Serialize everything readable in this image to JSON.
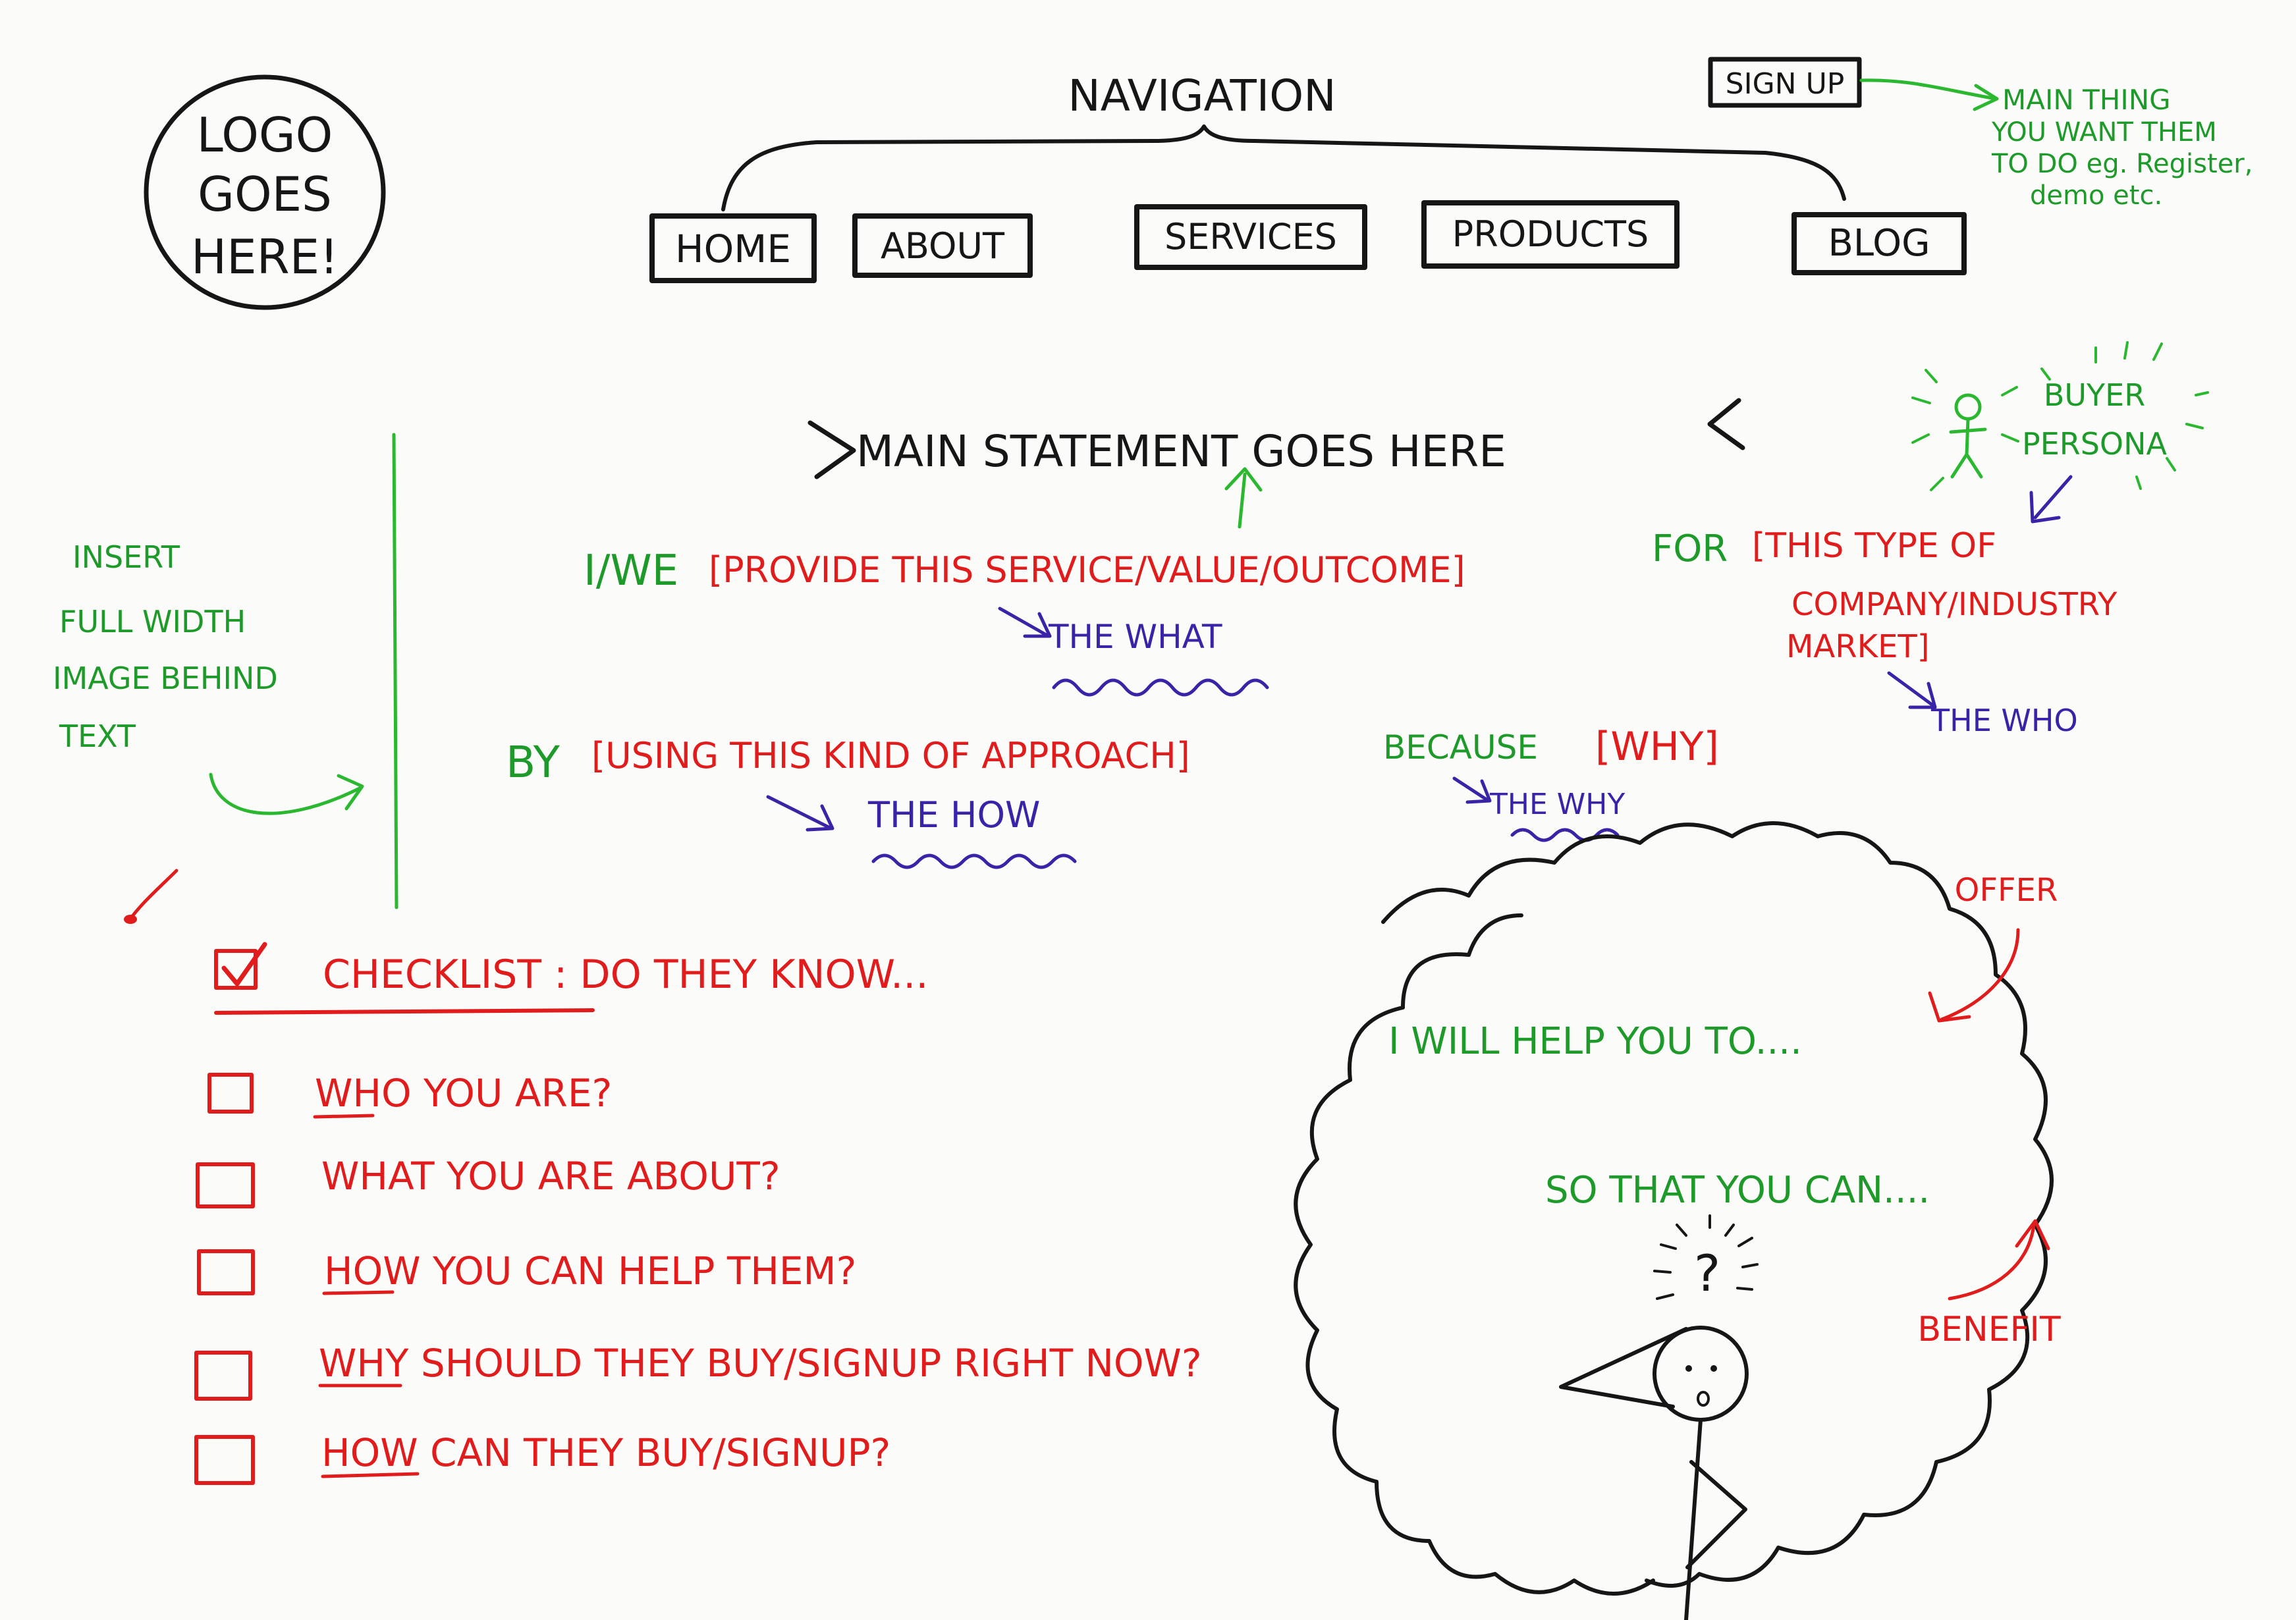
{
  "logo": {
    "lines": [
      "LOGO",
      "GOES",
      "HERE!"
    ]
  },
  "navigation": {
    "label": "NAVIGATION",
    "items": [
      {
        "label": "HOME"
      },
      {
        "label": "ABOUT"
      },
      {
        "label": "SERVICES"
      },
      {
        "label": "PRODUCTS"
      },
      {
        "label": "BLOG"
      }
    ]
  },
  "signup": {
    "label": "SIGN UP",
    "note_lines": [
      "MAIN THING",
      "YOU WANT THEM",
      "TO DO eg. Register,",
      "demo etc."
    ]
  },
  "hero": {
    "statement": "MAIN STATEMENT GOES HERE",
    "image_note_lines": [
      "INSERT",
      "FULL WIDTH",
      "IMAGE BEHIND",
      "TEXT"
    ]
  },
  "persona": {
    "lines": [
      "BUYER",
      "PERSONA"
    ]
  },
  "value_prop": {
    "line1": {
      "intro": "I/WE",
      "what": "[PROVIDE THIS SERVICE/VALUE/OUTCOME]",
      "for": "FOR",
      "who_lines": [
        "[THIS TYPE OF",
        "COMPANY/INDUSTRY",
        "MARKET]"
      ]
    },
    "line2": {
      "by": "BY",
      "how": "[USING THIS KIND OF APPROACH]",
      "because": "BECAUSE",
      "why": "[WHY]"
    },
    "annotations": {
      "what": "THE WHAT",
      "who": "THE WHO",
      "how": "THE HOW",
      "why": "THE WHY"
    }
  },
  "checklist": {
    "title": "CHECKLIST : DO THEY KNOW...",
    "items": [
      {
        "label": "WHO YOU ARE?",
        "checked": false
      },
      {
        "label": "WHAT YOU ARE ABOUT?",
        "checked": false
      },
      {
        "label": "HOW YOU CAN HELP THEM?",
        "checked": false
      },
      {
        "label": "WHY SHOULD THEY BUY/SIGNUP RIGHT NOW?",
        "checked": false
      },
      {
        "label": "HOW CAN THEY BUY/SIGNUP?",
        "checked": false
      }
    ]
  },
  "thought_bubble": {
    "offer_label": "OFFER",
    "line1": "I WILL HELP YOU TO....",
    "line2": "SO THAT YOU CAN....",
    "benefit_label": "BENEFIT",
    "question": "?"
  },
  "colors": {
    "ink": "#161616",
    "green": "#1e9a2a",
    "red": "#e01c1c",
    "purple": "#3b23a8",
    "paper": "#fbfbf9"
  }
}
